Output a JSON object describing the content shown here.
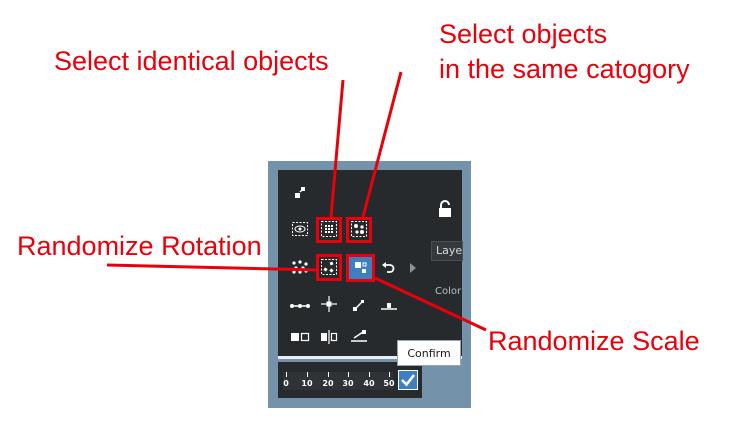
{
  "annotations": {
    "select_identical": "Select identical objects",
    "select_same_category_line1": "Select objects",
    "select_same_category_line2": "in the same catogory",
    "randomize_rotation": "Randomize Rotation",
    "randomize_scale": "Randomize Scale"
  },
  "toolbar": {
    "layer_label": "Layer",
    "color_label": "Color",
    "confirm_label": "Confirm"
  },
  "ruler": {
    "ticks": [
      "0",
      "10",
      "20",
      "30",
      "40",
      "50"
    ]
  },
  "colors": {
    "annotation": "#e8000b",
    "panel_frame": "#7592ab",
    "panel_dark": "#272a2d",
    "active_tool": "#3e7fbf"
  }
}
